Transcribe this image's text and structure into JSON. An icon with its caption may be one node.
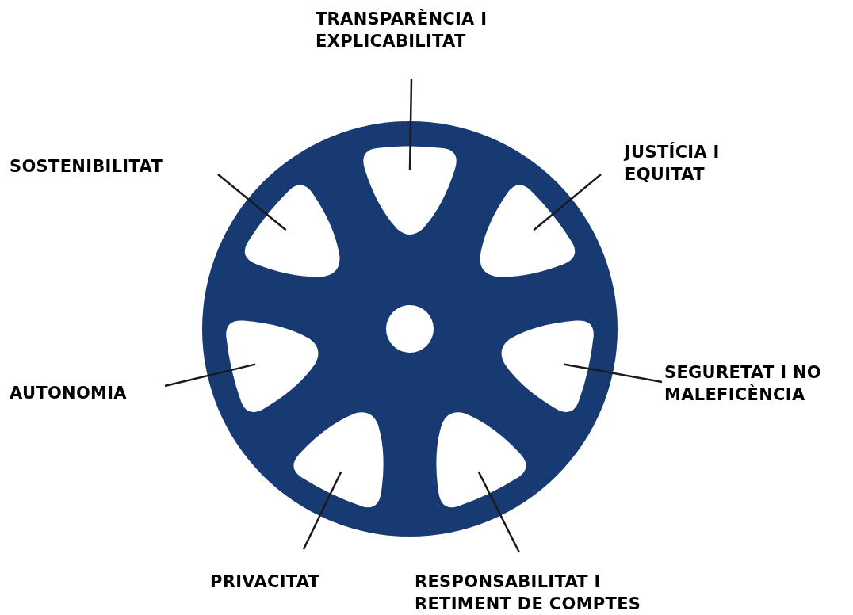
{
  "diagram": {
    "nodes": [
      {
        "text": [
          "TRANSPARÈNCIA I EXPLICABILITAT"
        ]
      },
      {
        "text": [
          "SOSTENIBILITAT"
        ]
      },
      {
        "text": [
          "JUSTÍCIA I EQUITAT"
        ]
      },
      {
        "text": [
          "AUTONOMIA"
        ]
      },
      {
        "text": [
          "SEGURETAT I NO MALEFICÈNCIA"
        ]
      },
      {
        "text": [
          "PRIVACITAT"
        ]
      },
      {
        "text": [
          "RESPONSABILITAT I RETIMENT DE COMPTES"
        ]
      },
      {
        "text": [],
        "shape": "circle"
      },
      {
        "text": [],
        "shape": "triangle",
        "in": 7
      },
      {
        "text": [],
        "shape": "triangle",
        "in": 7
      },
      {
        "text": [],
        "shape": "triangle",
        "in": 7
      },
      {
        "text": [],
        "shape": "triangle",
        "in": 7
      },
      {
        "text": [],
        "shape": "triangle",
        "in": 7
      },
      {
        "text": [],
        "shape": "triangle",
        "in": 7
      },
      {
        "text": [],
        "shape": "triangle",
        "in": 7
      }
    ],
    "edges": [
      {
        "from": 0,
        "to": 8,
        "arrow": "none"
      },
      {
        "from": 1,
        "to": 9,
        "arrow": "none"
      },
      {
        "from": 2,
        "to": 10,
        "arrow": "none"
      },
      {
        "from": 3,
        "to": 11,
        "arrow": "none"
      },
      {
        "from": 4,
        "to": 12,
        "arrow": "none"
      },
      {
        "from": 5,
        "to": 13,
        "arrow": "none"
      },
      {
        "from": 6,
        "to": 14,
        "arrow": "none"
      }
    ]
  }
}
